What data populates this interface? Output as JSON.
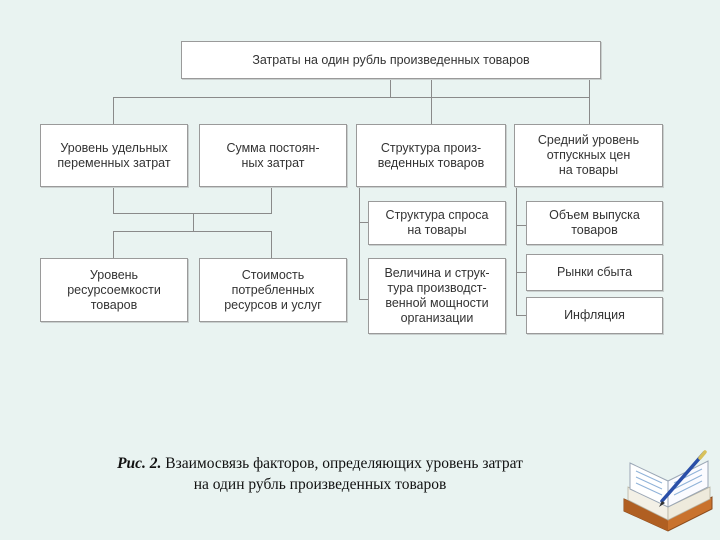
{
  "diagram": {
    "root": "Затраты на один рубль произведенных товаров",
    "level1": [
      "Уровень удельных\nпеременных затрат",
      "Сумма постоян-\nных затрат",
      "Структура произ-\nведенных товаров",
      "Средний уровень\nотпускных цен\nна товары"
    ],
    "left_sub": [
      "Уровень\nресурсоемкости\nтоваров",
      "Стоимость\nпотребленных\nресурсов и услуг"
    ],
    "structure_sub": [
      "Структура спроса\nна товары",
      "Величина и струк-\nтура производст-\nвенной мощности\nорганизации"
    ],
    "price_sub": [
      "Объем выпуска\nтоваров",
      "Рынки сбыта",
      "Инфляция"
    ]
  },
  "caption": {
    "label": "Рис. 2.",
    "line1": " Взаимосвязь факторов, определяющих уровень затрат",
    "line2": "на один рубль произведенных товаров"
  },
  "decor": {
    "book_icon": "open-book-with-pen-icon"
  }
}
